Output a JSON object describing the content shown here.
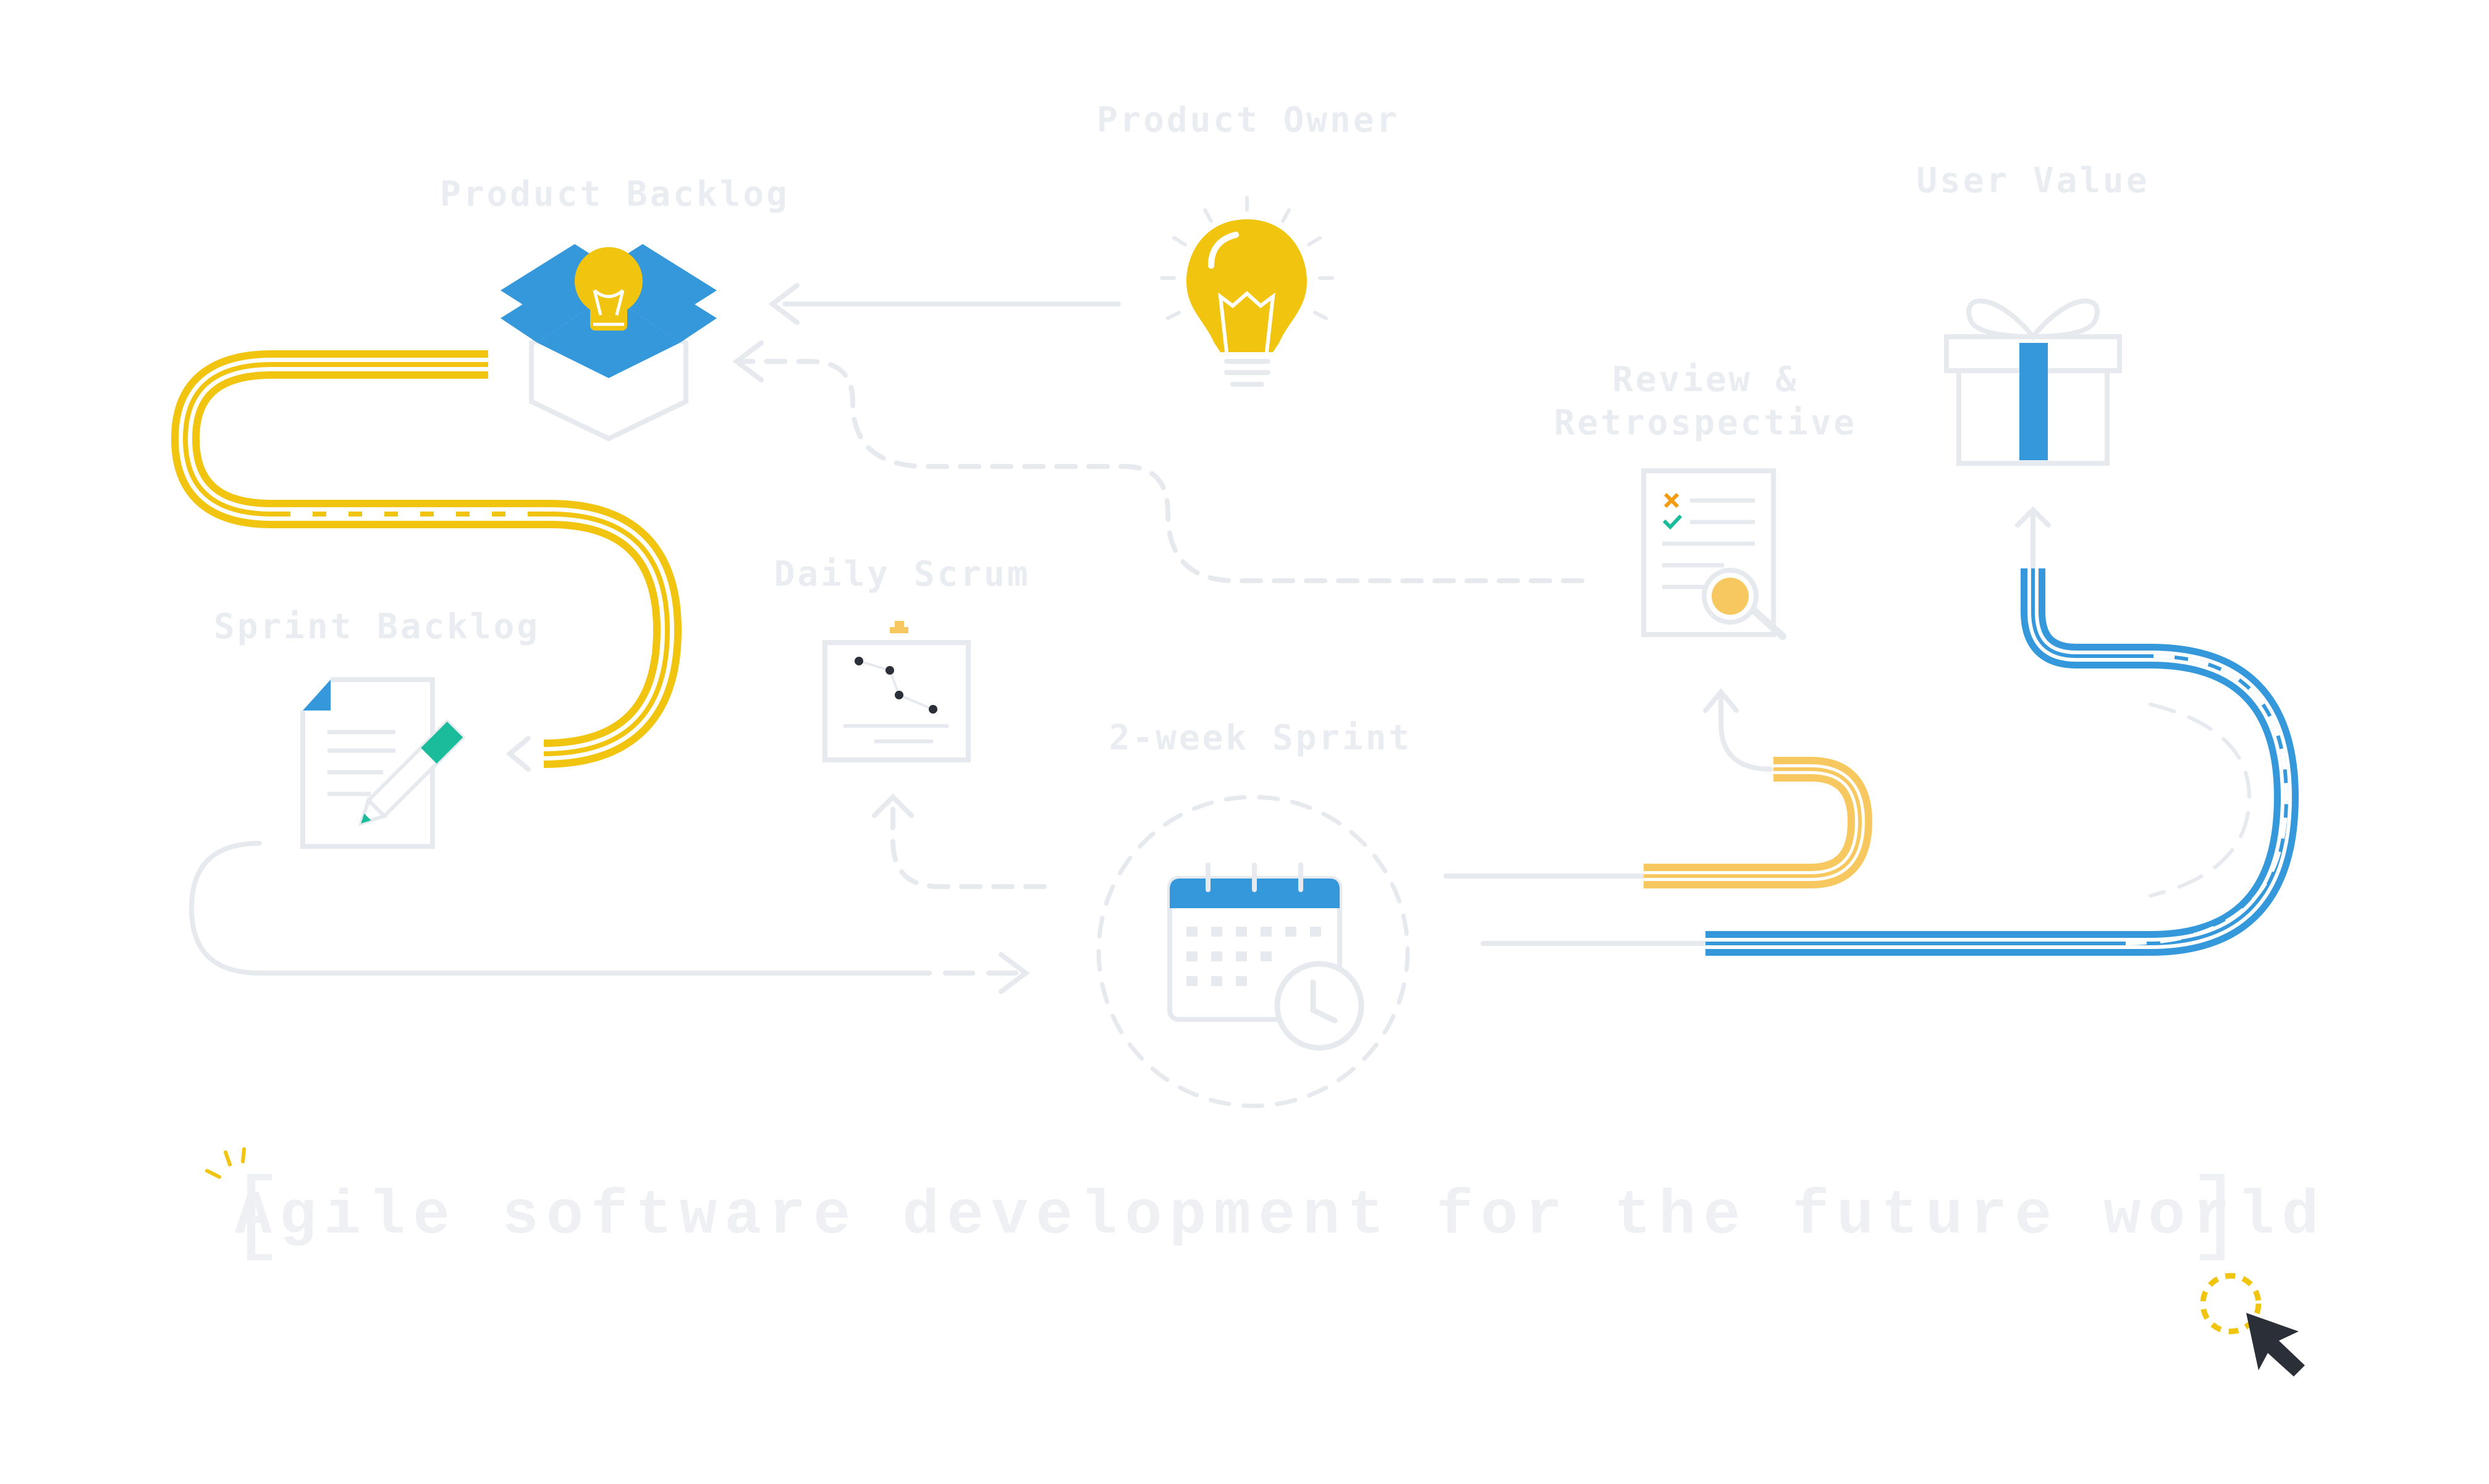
{
  "labels": {
    "product_owner": "Product Owner",
    "product_backlog": "Product Backlog",
    "user_value": "User Value",
    "review_line1": "Review &",
    "review_line2": "Retrospective",
    "daily_scrum": "Daily Scrum",
    "sprint_backlog": "Sprint Backlog",
    "two_week_sprint": "2-week Sprint"
  },
  "tagline": "Agile software development for the future world",
  "brackets": {
    "open": "[",
    "close": "]"
  },
  "colors": {
    "yellow": "#f1c40f",
    "light_yellow": "#f6c85f",
    "blue": "#3498db",
    "green": "#1abc9c",
    "gray_line": "#e6eaee",
    "label_gray": "#e9ecf0",
    "cursor": "#2b2f38"
  },
  "icons": [
    "lightbulb-icon",
    "open-box-icon",
    "gift-icon",
    "report-magnifier-icon",
    "burndown-chart-icon",
    "document-pen-icon",
    "calendar-clock-icon",
    "cursor-icon"
  ]
}
